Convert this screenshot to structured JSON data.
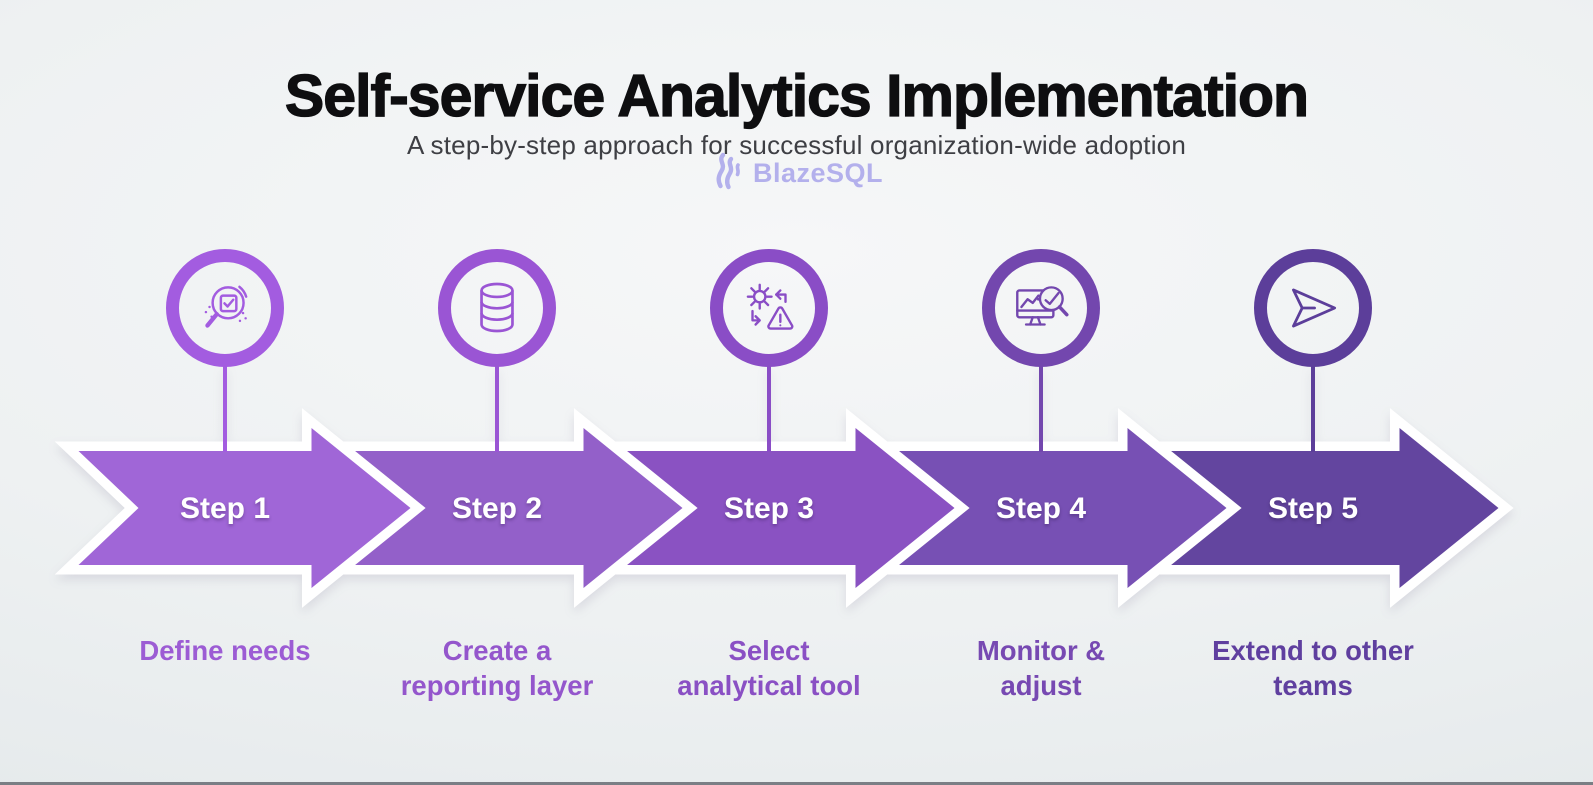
{
  "title": "Self-service Analytics Implementation",
  "subtitle": "A step-by-step approach for successful organization-wide adoption",
  "logo": {
    "name": "BlazeSQL",
    "color": "#b3b0ec"
  },
  "colors": {
    "background_light": "#f6f7f8",
    "background_dark": "#e2e7e9",
    "arrow_outline": "#ffffff",
    "title_text": "#0e0e10",
    "subtitle_text": "#3e3f44",
    "step_label_text": "#ffffff"
  },
  "steps": [
    {
      "label": "Step 1",
      "caption_lines": [
        "Define needs"
      ],
      "icon": "magnifier-check-icon",
      "arrow_color": "#a066d7",
      "ring_color": "#a35ce0",
      "caption_color": "#9c5cd4"
    },
    {
      "label": "Step 2",
      "caption_lines": [
        "Create a",
        "reporting layer"
      ],
      "icon": "database-icon",
      "arrow_color": "#9360c9",
      "ring_color": "#9a55d4",
      "caption_color": "#9456cc"
    },
    {
      "label": "Step 3",
      "caption_lines": [
        "Select",
        "analytical tool"
      ],
      "icon": "gear-warning-icon",
      "arrow_color": "#8a52c2",
      "ring_color": "#8a4dc6",
      "caption_color": "#8a50c4"
    },
    {
      "label": "Step 4",
      "caption_lines": [
        "Monitor &",
        "adjust"
      ],
      "icon": "monitor-analytics-icon",
      "arrow_color": "#7750b4",
      "ring_color": "#7347ae",
      "caption_color": "#7749b2"
    },
    {
      "label": "Step 5",
      "caption_lines": [
        "Extend to other",
        "teams"
      ],
      "icon": "send-icon",
      "arrow_color": "#63459f",
      "ring_color": "#5c3e9a",
      "caption_color": "#5f3f9f"
    }
  ]
}
